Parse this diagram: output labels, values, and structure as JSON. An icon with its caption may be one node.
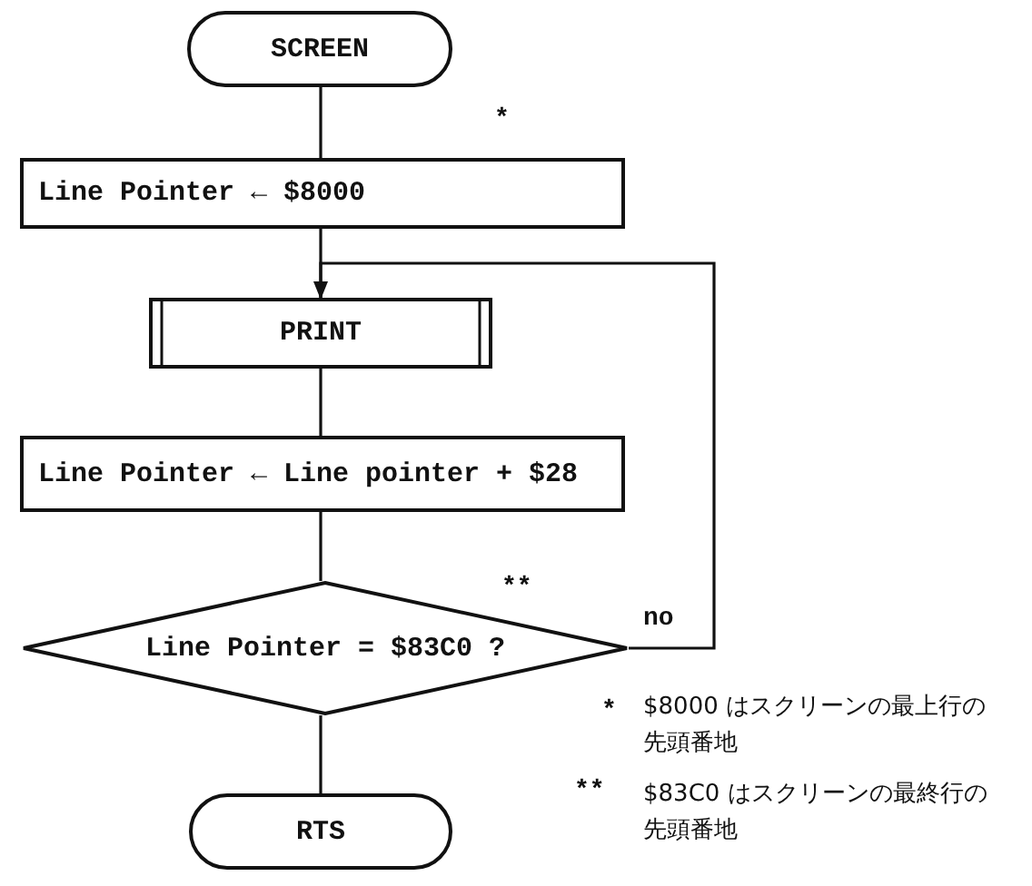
{
  "diagram": {
    "nodes": [
      {
        "text": [
          "SCREEN"
        ]
      },
      {
        "text": [
          "Line Pointer ← $8000"
        ]
      },
      {
        "text": [
          "PRINT"
        ]
      },
      {
        "text": [
          "Line Pointer ← Line pointer + $28"
        ]
      },
      {
        "text": [
          "Line Pointer = $83C0 ?"
        ]
      },
      {
        "text": [
          "RTS"
        ]
      }
    ],
    "edges": [
      {
        "from": 0,
        "to": 1,
        "arrow": "none"
      },
      {
        "from": 1,
        "to": 2,
        "arrow": "none"
      },
      {
        "from": 2,
        "to": 3,
        "arrow": "none"
      },
      {
        "from": 3,
        "to": 4,
        "arrow": "none"
      },
      {
        "from": 4,
        "to": 5,
        "arrow": "none"
      },
      {
        "from": 4,
        "to": 2,
        "arrow": "to",
        "label": "no"
      }
    ],
    "labels": [
      "*",
      "**",
      "*",
      "$8000 はスクリーンの最上行の先頭番地",
      "**",
      "$83C0 はスクリーンの最終行の先頭番地"
    ]
  }
}
